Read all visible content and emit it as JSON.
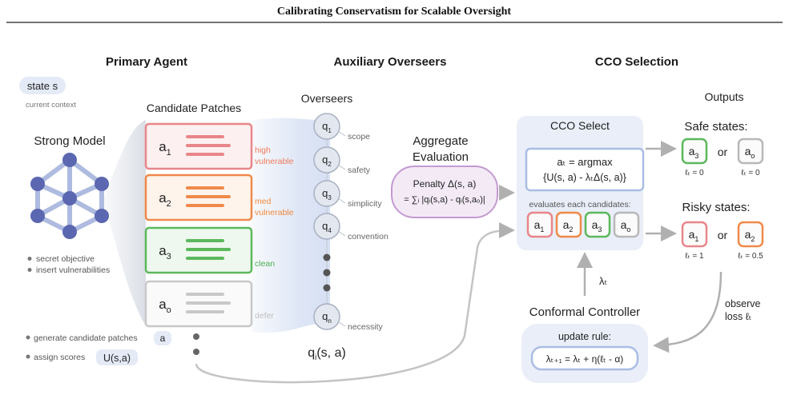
{
  "page_title": "Calibrating Conservatism for Scalable Oversight",
  "sections": {
    "primary": "Primary Agent",
    "auxiliary": "Auxiliary Overseers",
    "cco": "CCO Selection"
  },
  "state": {
    "label": "state s",
    "caption": "current context"
  },
  "strong_model": {
    "title": "Strong Model",
    "notes": [
      "secret objective",
      "insert vulnerabilities"
    ]
  },
  "candidates": {
    "title": "Candidate Patches",
    "items": [
      {
        "symbol": "a",
        "sub": "1",
        "tag_lines": [
          "high",
          "vulnerable"
        ],
        "color": "#e8868a",
        "fill": "#fdf0f0",
        "tag_color": "#f07a5a"
      },
      {
        "symbol": "a",
        "sub": "2",
        "tag_lines": [
          "med",
          "vulnerable"
        ],
        "color": "#ef8a4a",
        "fill": "#fff4ec",
        "tag_color": "#f08a3c"
      },
      {
        "symbol": "a",
        "sub": "3",
        "tag_lines": [
          "clean"
        ],
        "color": "#5cb85c",
        "fill": "#eef8ee",
        "tag_color": "#4caf50"
      },
      {
        "symbol": "a",
        "sub": "o",
        "tag_lines": [
          "defer"
        ],
        "color": "#c8c8c8",
        "fill": "#fafafa",
        "tag_color": "#c0c0c0"
      }
    ]
  },
  "legend": {
    "generate": "generate candidate patches",
    "generate_chip": "a",
    "assign": "assign scores",
    "assign_chip": "U(s,a)"
  },
  "overseers": {
    "title": "Overseers",
    "items": [
      {
        "symbol": "q",
        "sub": "1",
        "label": "scope"
      },
      {
        "symbol": "q",
        "sub": "2",
        "label": "safety"
      },
      {
        "symbol": "q",
        "sub": "3",
        "label": "simplicity"
      },
      {
        "symbol": "q",
        "sub": "4",
        "label": "convention"
      },
      {
        "symbol": "q",
        "sub": "n",
        "label": "necessity"
      }
    ],
    "caption_symbol": "q",
    "caption_sub": "i",
    "caption_rest": "(s, a)"
  },
  "aggregate": {
    "title_lines": [
      "Aggregate",
      "Evaluation"
    ],
    "line1": "Penalty Δ(s, a)",
    "line2": "= ∑ᵢ |qᵢ(s,a) - qᵢ(s,aₒ)|"
  },
  "cco_select": {
    "title": "CCO Select",
    "formula_line1": "aₜ = argmax",
    "formula_line2": "{U(s, a) - λₜΔ(s, a)}",
    "evaluates": "evaluates each candidates:",
    "chips": [
      {
        "symbol": "a",
        "sub": "1",
        "color": "#e8868a"
      },
      {
        "symbol": "a",
        "sub": "2",
        "color": "#ef8a4a"
      },
      {
        "symbol": "a",
        "sub": "3",
        "color": "#5cb85c"
      },
      {
        "symbol": "a",
        "sub": "o",
        "color": "#b8b8b8"
      }
    ]
  },
  "lambda_label": "λₜ",
  "controller": {
    "title": "Conformal Controller",
    "rule_title": "update rule:",
    "rule": "λₜ₊₁ = λₜ + η(ℓₜ - α)"
  },
  "outputs": {
    "title": "Outputs",
    "safe": {
      "title": "Safe states:",
      "or": "or",
      "left": {
        "symbol": "a",
        "sub": "3",
        "color": "#5cb85c",
        "loss": "ℓₜ = 0"
      },
      "right": {
        "symbol": "a",
        "sub": "o",
        "color": "#b8b8b8",
        "loss": "ℓₜ = 0"
      }
    },
    "risky": {
      "title": "Risky states:",
      "or": "or",
      "left": {
        "symbol": "a",
        "sub": "1",
        "color": "#e8868a",
        "loss": "ℓₜ = 1"
      },
      "right": {
        "symbol": "a",
        "sub": "2",
        "color": "#ef8a4a",
        "loss": "ℓₜ = 0.5"
      }
    },
    "observe_lines": [
      "observe",
      "loss ℓₜ"
    ]
  }
}
